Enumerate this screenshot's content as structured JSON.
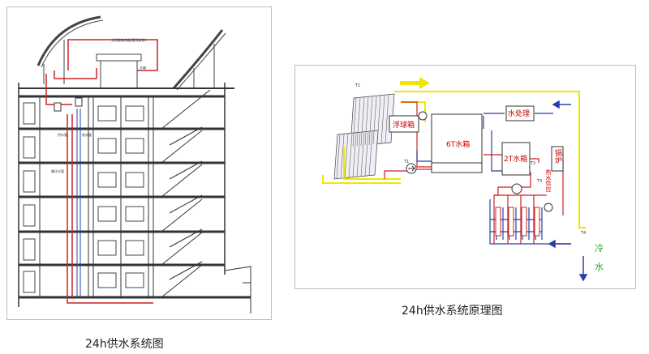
{
  "left_diagram": {
    "caption": "24h供水系统图",
    "labels": {
      "roof_note": "太阳能集热器(屋顶安装)",
      "tank": "水箱",
      "supply_pipe": "供水管",
      "hot_pipe": "热水管",
      "return_pipe": "循环水管"
    }
  },
  "right_diagram": {
    "caption": "24h供水系统原理图",
    "boxes": {
      "float_tank": "浮球箱",
      "tank_6t": "6T水箱",
      "water_treatment": "水处理",
      "tank_2t": "2T水箱",
      "boiler": "锅炉",
      "pipe_label": "热水供应"
    },
    "cold_water": [
      "冷",
      "水"
    ],
    "sensors": {
      "t1_top": "T1",
      "t1_pump": "T1",
      "t2": "T2",
      "t3": "T3",
      "t4": "T4"
    }
  },
  "colors": {
    "hot": "#cc2222",
    "cold": "#2a3fa8",
    "solar_return": "#f2e600",
    "green_text": "#2aa52a",
    "arrow_yellow": "#f2e600"
  }
}
